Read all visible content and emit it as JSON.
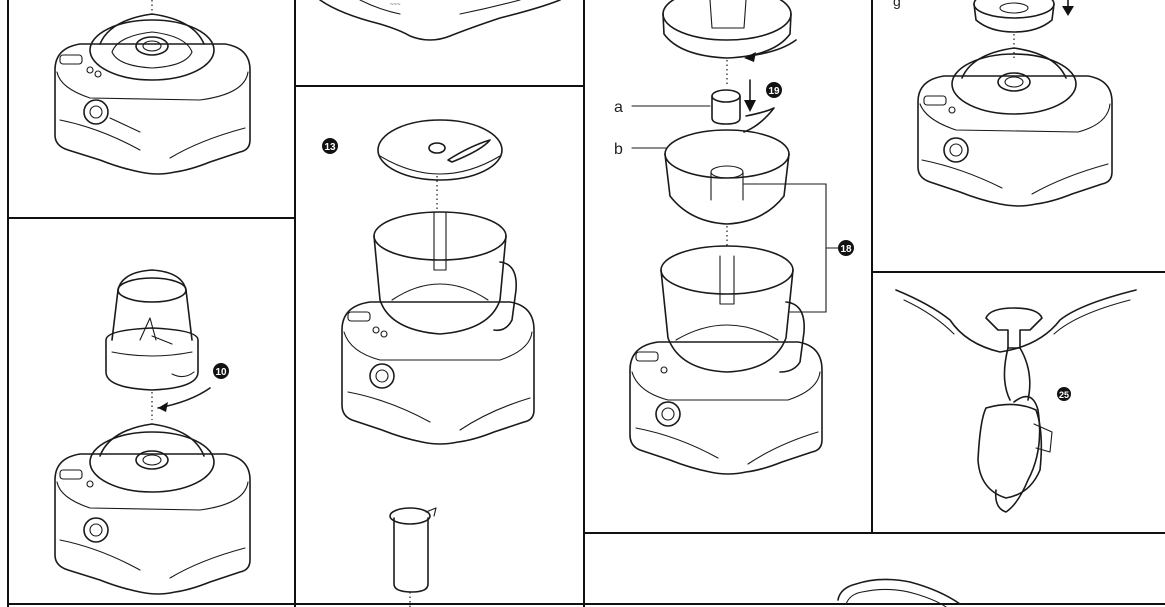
{
  "badges": {
    "step_10": "10",
    "step_13": "13",
    "step_18": "18",
    "step_19": "19",
    "step_25": "25"
  },
  "labels": {
    "part_a": "a",
    "part_b": "b"
  },
  "colors": {
    "line": "#1a1a1a",
    "background": "#ffffff",
    "badge": "#111111"
  },
  "icons": {
    "arrow": "curved-arrow-icon",
    "down_arrow": "down-arrow-icon"
  }
}
